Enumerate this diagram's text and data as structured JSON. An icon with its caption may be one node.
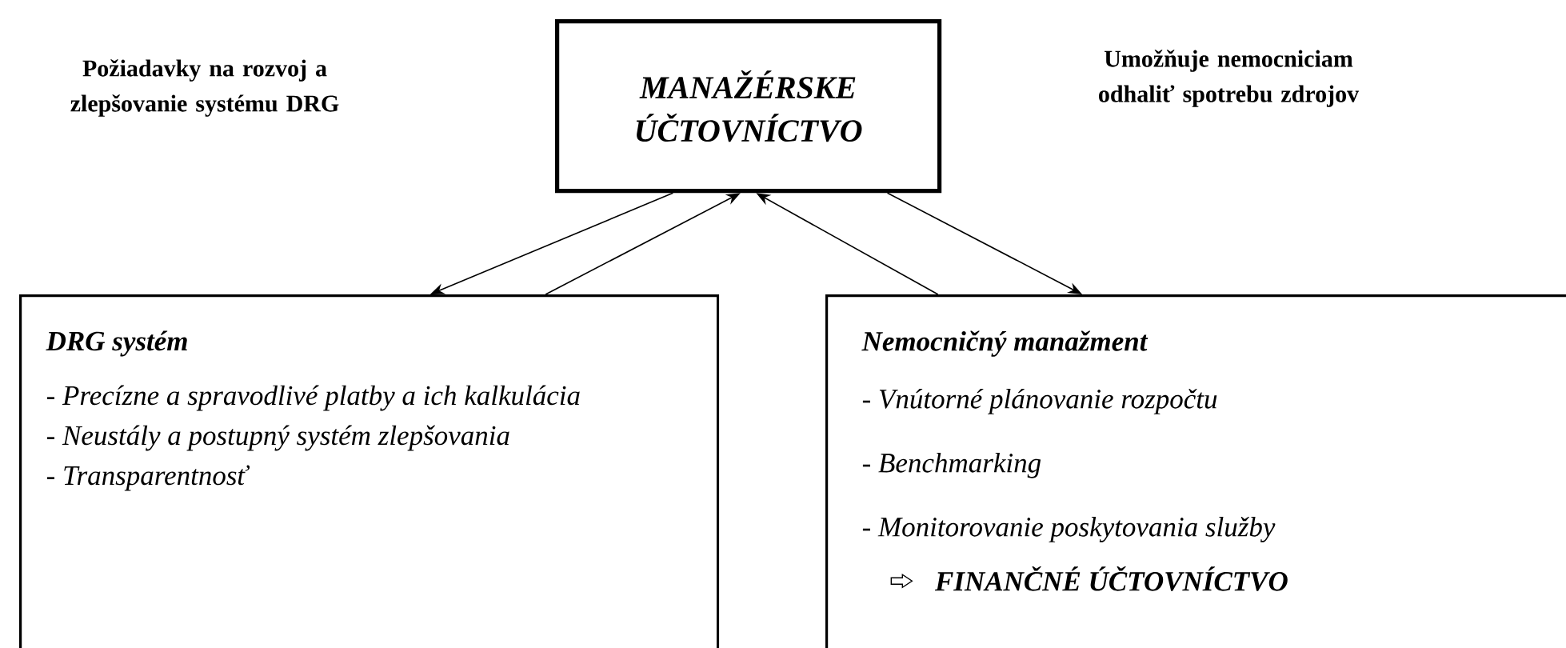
{
  "diagram": {
    "nodes": [
      {
        "text": [
          "MANAŽÉRSKE ÚČTOVNÍCTVO"
        ]
      },
      {
        "text": [
          "DRG systém",
          "- Precízne a spravodlivé platby a ich kalkulácia",
          "- Neustály a postupný systém zlepšovania",
          "- Transparentnosť"
        ]
      },
      {
        "text": [
          "Nemocničný manažment",
          "- Vnútorné plánovanie rozpočtu",
          "- Benchmarking",
          "- Monitorovanie poskytovania služby",
          "FINANČNÉ ÚČTOVNÍCTVO"
        ]
      }
    ],
    "edges": [
      {
        "from": 0,
        "to": 1,
        "arrow": "to"
      },
      {
        "from": 1,
        "to": 0,
        "arrow": "to"
      },
      {
        "from": 2,
        "to": 0,
        "arrow": "to"
      },
      {
        "from": 0,
        "to": 2,
        "arrow": "to"
      }
    ],
    "labels": [
      "Požiadavky na rozvoj a zlepšovanie systému DRG",
      "Umožňuje nemocniciam odhaliť spotrebu zdrojov"
    ]
  }
}
